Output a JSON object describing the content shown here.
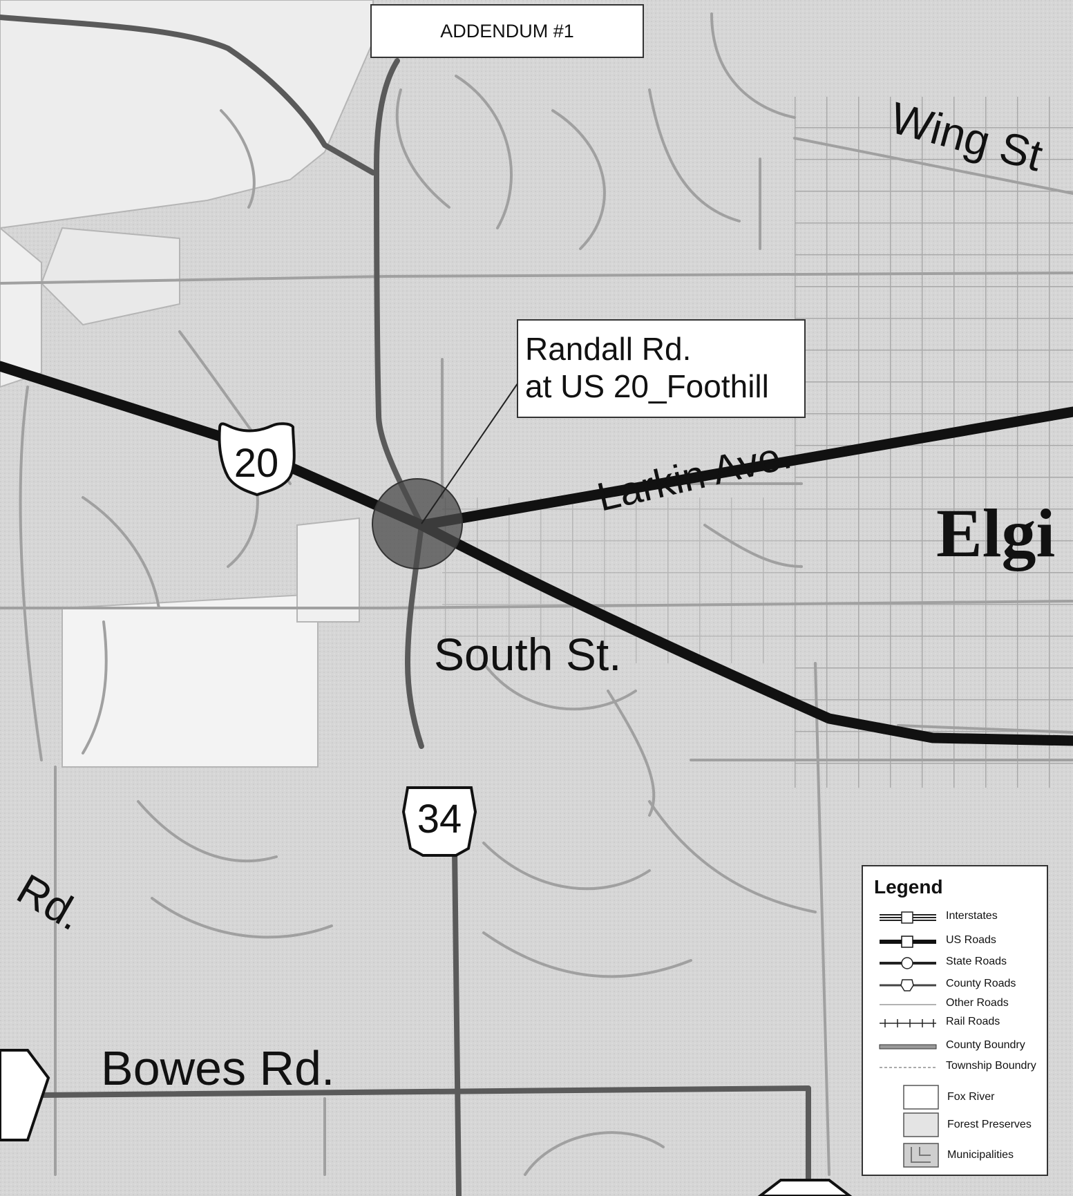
{
  "header": {
    "addendum": "ADDENDUM #1"
  },
  "callout": {
    "line1": "Randall Rd.",
    "line2": "at US 20_Foothill"
  },
  "labels": {
    "wing_st": "Wing St",
    "larkin_ave": "Larkin Ave.",
    "south_st": "South St.",
    "bowes_rd": "Bowes Rd.",
    "rd": "Rd.",
    "elgin": "Elgi"
  },
  "shields": {
    "us_route": "20",
    "county_route": "34"
  },
  "legend": {
    "title": "Legend",
    "items": [
      {
        "label": "Interstates",
        "icon": "interstate-line-icon"
      },
      {
        "label": "US Roads",
        "icon": "us-road-line-icon"
      },
      {
        "label": "State Roads",
        "icon": "state-road-line-icon"
      },
      {
        "label": "County Roads",
        "icon": "county-road-line-icon"
      },
      {
        "label": "Other Roads",
        "icon": "other-road-line-icon"
      },
      {
        "label": "Rail Roads",
        "icon": "rail-road-line-icon"
      },
      {
        "label": "County Boundry",
        "icon": "county-boundary-line-icon"
      },
      {
        "label": "Township Boundry",
        "icon": "township-boundary-line-icon"
      },
      {
        "label": "Fox River",
        "icon": "fox-river-swatch-icon"
      },
      {
        "label": "Forest Preserves",
        "icon": "forest-preserve-swatch-icon"
      },
      {
        "label": "Municipalities",
        "icon": "municipality-swatch-icon"
      }
    ]
  },
  "colors": {
    "municipality_fill": "#d9d9d9",
    "open_area": "#f4f4f4",
    "minor_road": "#9a9a9a",
    "county_road": "#555555",
    "us_road": "#111111",
    "highlight_circle": "#4a4a4a"
  }
}
